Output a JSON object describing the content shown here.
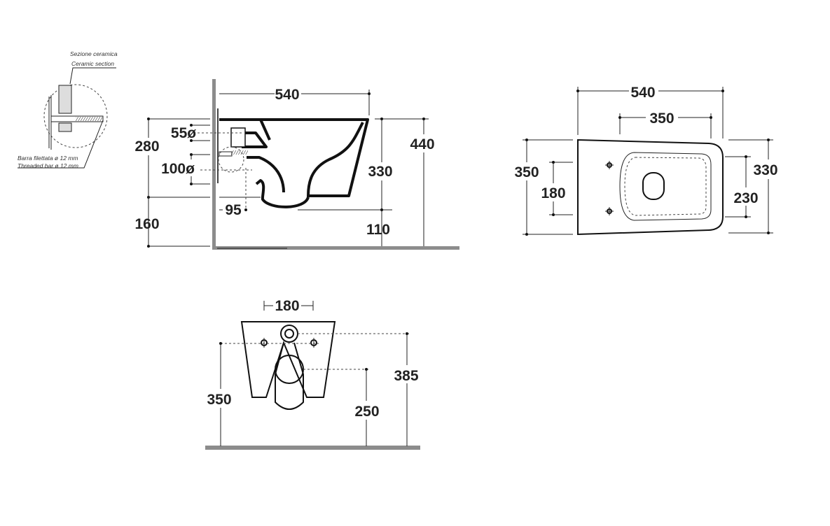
{
  "detail": {
    "label_it_top": "Sezione ceramica",
    "label_en_top": "Ceramic section",
    "label_it_bottom": "Barra filettata ø 12 mm",
    "label_en_bottom": "Threaded bar ø 12 mm"
  },
  "side_view": {
    "width": "540",
    "inlet_diameter": "55ø",
    "outlet_diameter": "100ø",
    "fix_height": "280",
    "outlet_height": "160",
    "bowl_height": "330",
    "total_height": "440",
    "outlet_offset": "95",
    "bottom_clearance": "110"
  },
  "top_view": {
    "length": "540",
    "seat_length": "350",
    "width": "350",
    "bolt_spacing": "180",
    "inner_width": "330",
    "seat_width": "230"
  },
  "front_view": {
    "bolt_spacing": "180",
    "bolt_height": "350",
    "inlet_height": "385",
    "outlet_height": "250"
  },
  "colors": {
    "line": "#111111",
    "floor": "#8c8c8c"
  }
}
